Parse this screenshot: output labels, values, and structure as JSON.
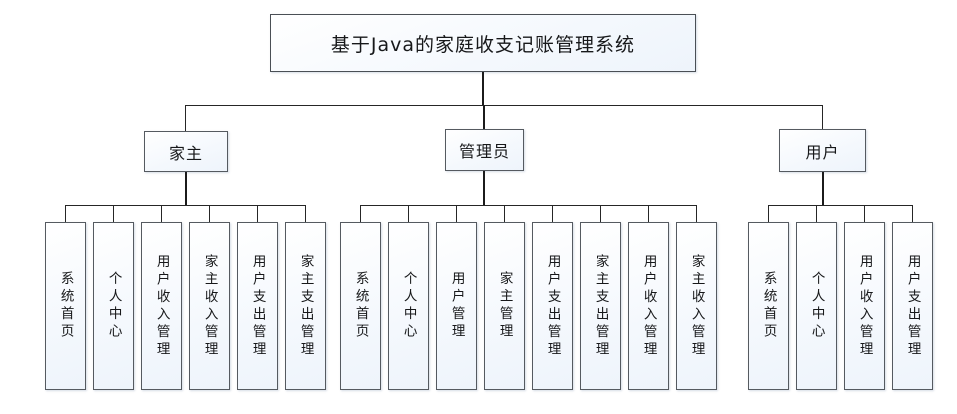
{
  "diagram": {
    "type": "organizational-tree",
    "title": "基于Java的家庭收支记账管理系统",
    "colors": {
      "box_fill": "#fbfdff",
      "box_border": "#555a60",
      "connector": "#1b1b1b",
      "text": "#17181a",
      "background": "#ffffff"
    },
    "root": {
      "label": "基于Java的家庭收支记账管理系统"
    },
    "branches": [
      {
        "label": "家主",
        "children": [
          {
            "label": "系统首页"
          },
          {
            "label": "个人中心"
          },
          {
            "label": "用户收入管理"
          },
          {
            "label": "家主收入管理"
          },
          {
            "label": "用户支出管理"
          },
          {
            "label": "家主支出管理"
          }
        ]
      },
      {
        "label": "管理员",
        "children": [
          {
            "label": "系统首页"
          },
          {
            "label": "个人中心"
          },
          {
            "label": "用户管理"
          },
          {
            "label": "家主管理"
          },
          {
            "label": "用户支出管理"
          },
          {
            "label": "家主支出管理"
          },
          {
            "label": "用户收入管理"
          },
          {
            "label": "家主收入管理"
          }
        ]
      },
      {
        "label": "用户",
        "children": [
          {
            "label": "系统首页"
          },
          {
            "label": "个人中心"
          },
          {
            "label": "用户收入管理"
          },
          {
            "label": "用户支出管理"
          }
        ]
      }
    ]
  }
}
